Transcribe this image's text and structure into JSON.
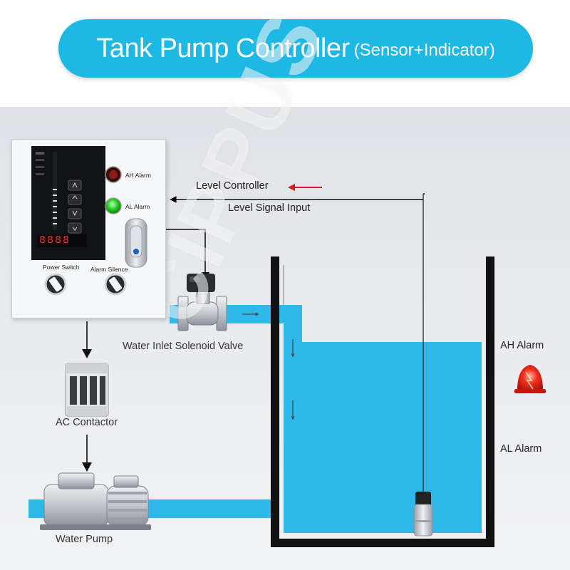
{
  "banner": {
    "title": "Tank Pump Controller",
    "subtitle": "(Sensor+Indicator)",
    "color": "#1eb8e5"
  },
  "watermark": "CIPPUS",
  "panel": {
    "ah_alarm": "AH Alarm",
    "al_alarm": "AL Alarm",
    "power_switch": "Power Switch",
    "alarm_silence": "Alarm Silence",
    "display_digits": "8888"
  },
  "labels": {
    "level_controller": "Level Controller",
    "level_signal_input": "Level Signal Input",
    "solenoid_valve": "Water Inlet Solenoid Valve",
    "ac_contactor": "AC Contactor",
    "water_pump": "Water Pump",
    "tank_ah_alarm": "AH Alarm",
    "tank_al_alarm": "AL Alarm"
  },
  "colors": {
    "water": "#2fb9ea",
    "arrow_red": "#d71f1f",
    "alarm_beacon": "#e41e14"
  }
}
